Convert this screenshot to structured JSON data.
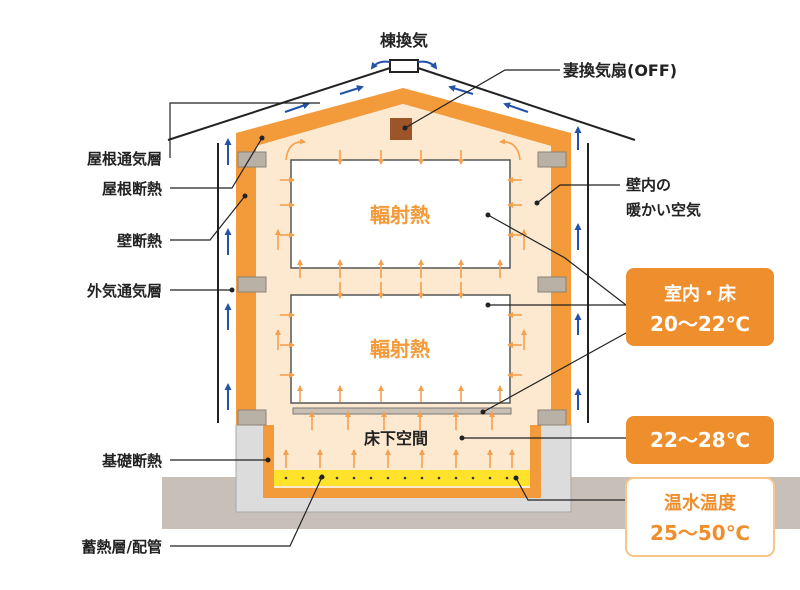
{
  "labels": {
    "ridge_vent": "棟換気",
    "gable_fan": "妻換気扇(OFF)",
    "roof_vent_layer": "屋根通気層",
    "roof_insulation": "屋根断熱",
    "wall_insulation": "壁断熱",
    "outer_vent_layer": "外気通気層",
    "foundation_insulation": "基礎断熱",
    "heat_storage": "蓄熱層/配管",
    "wall_warm_air_1": "壁内の",
    "wall_warm_air_2": "暖かい空気",
    "radiant_heat_upper": "輻射熱",
    "radiant_heat_lower": "輻射熱",
    "underfloor_space": "床下空間"
  },
  "callouts": {
    "room_floor_title": "室内・床",
    "room_floor_temp": "20〜22℃",
    "underfloor_temp": "22〜28℃",
    "hot_water_title": "温水温度",
    "hot_water_temp": "25〜50℃"
  },
  "colors": {
    "insulation": "#f39a3a",
    "interior": "#fde8d0",
    "arrow_warm": "#f6a04d",
    "arrow_air": "#2352a8",
    "heat_layer": "#ffe32a",
    "foundation": "#dcdcdc",
    "ground": "#c8c0b8",
    "callout_fill": "#ef8e2c",
    "callout_text": "#ef8e2c"
  }
}
